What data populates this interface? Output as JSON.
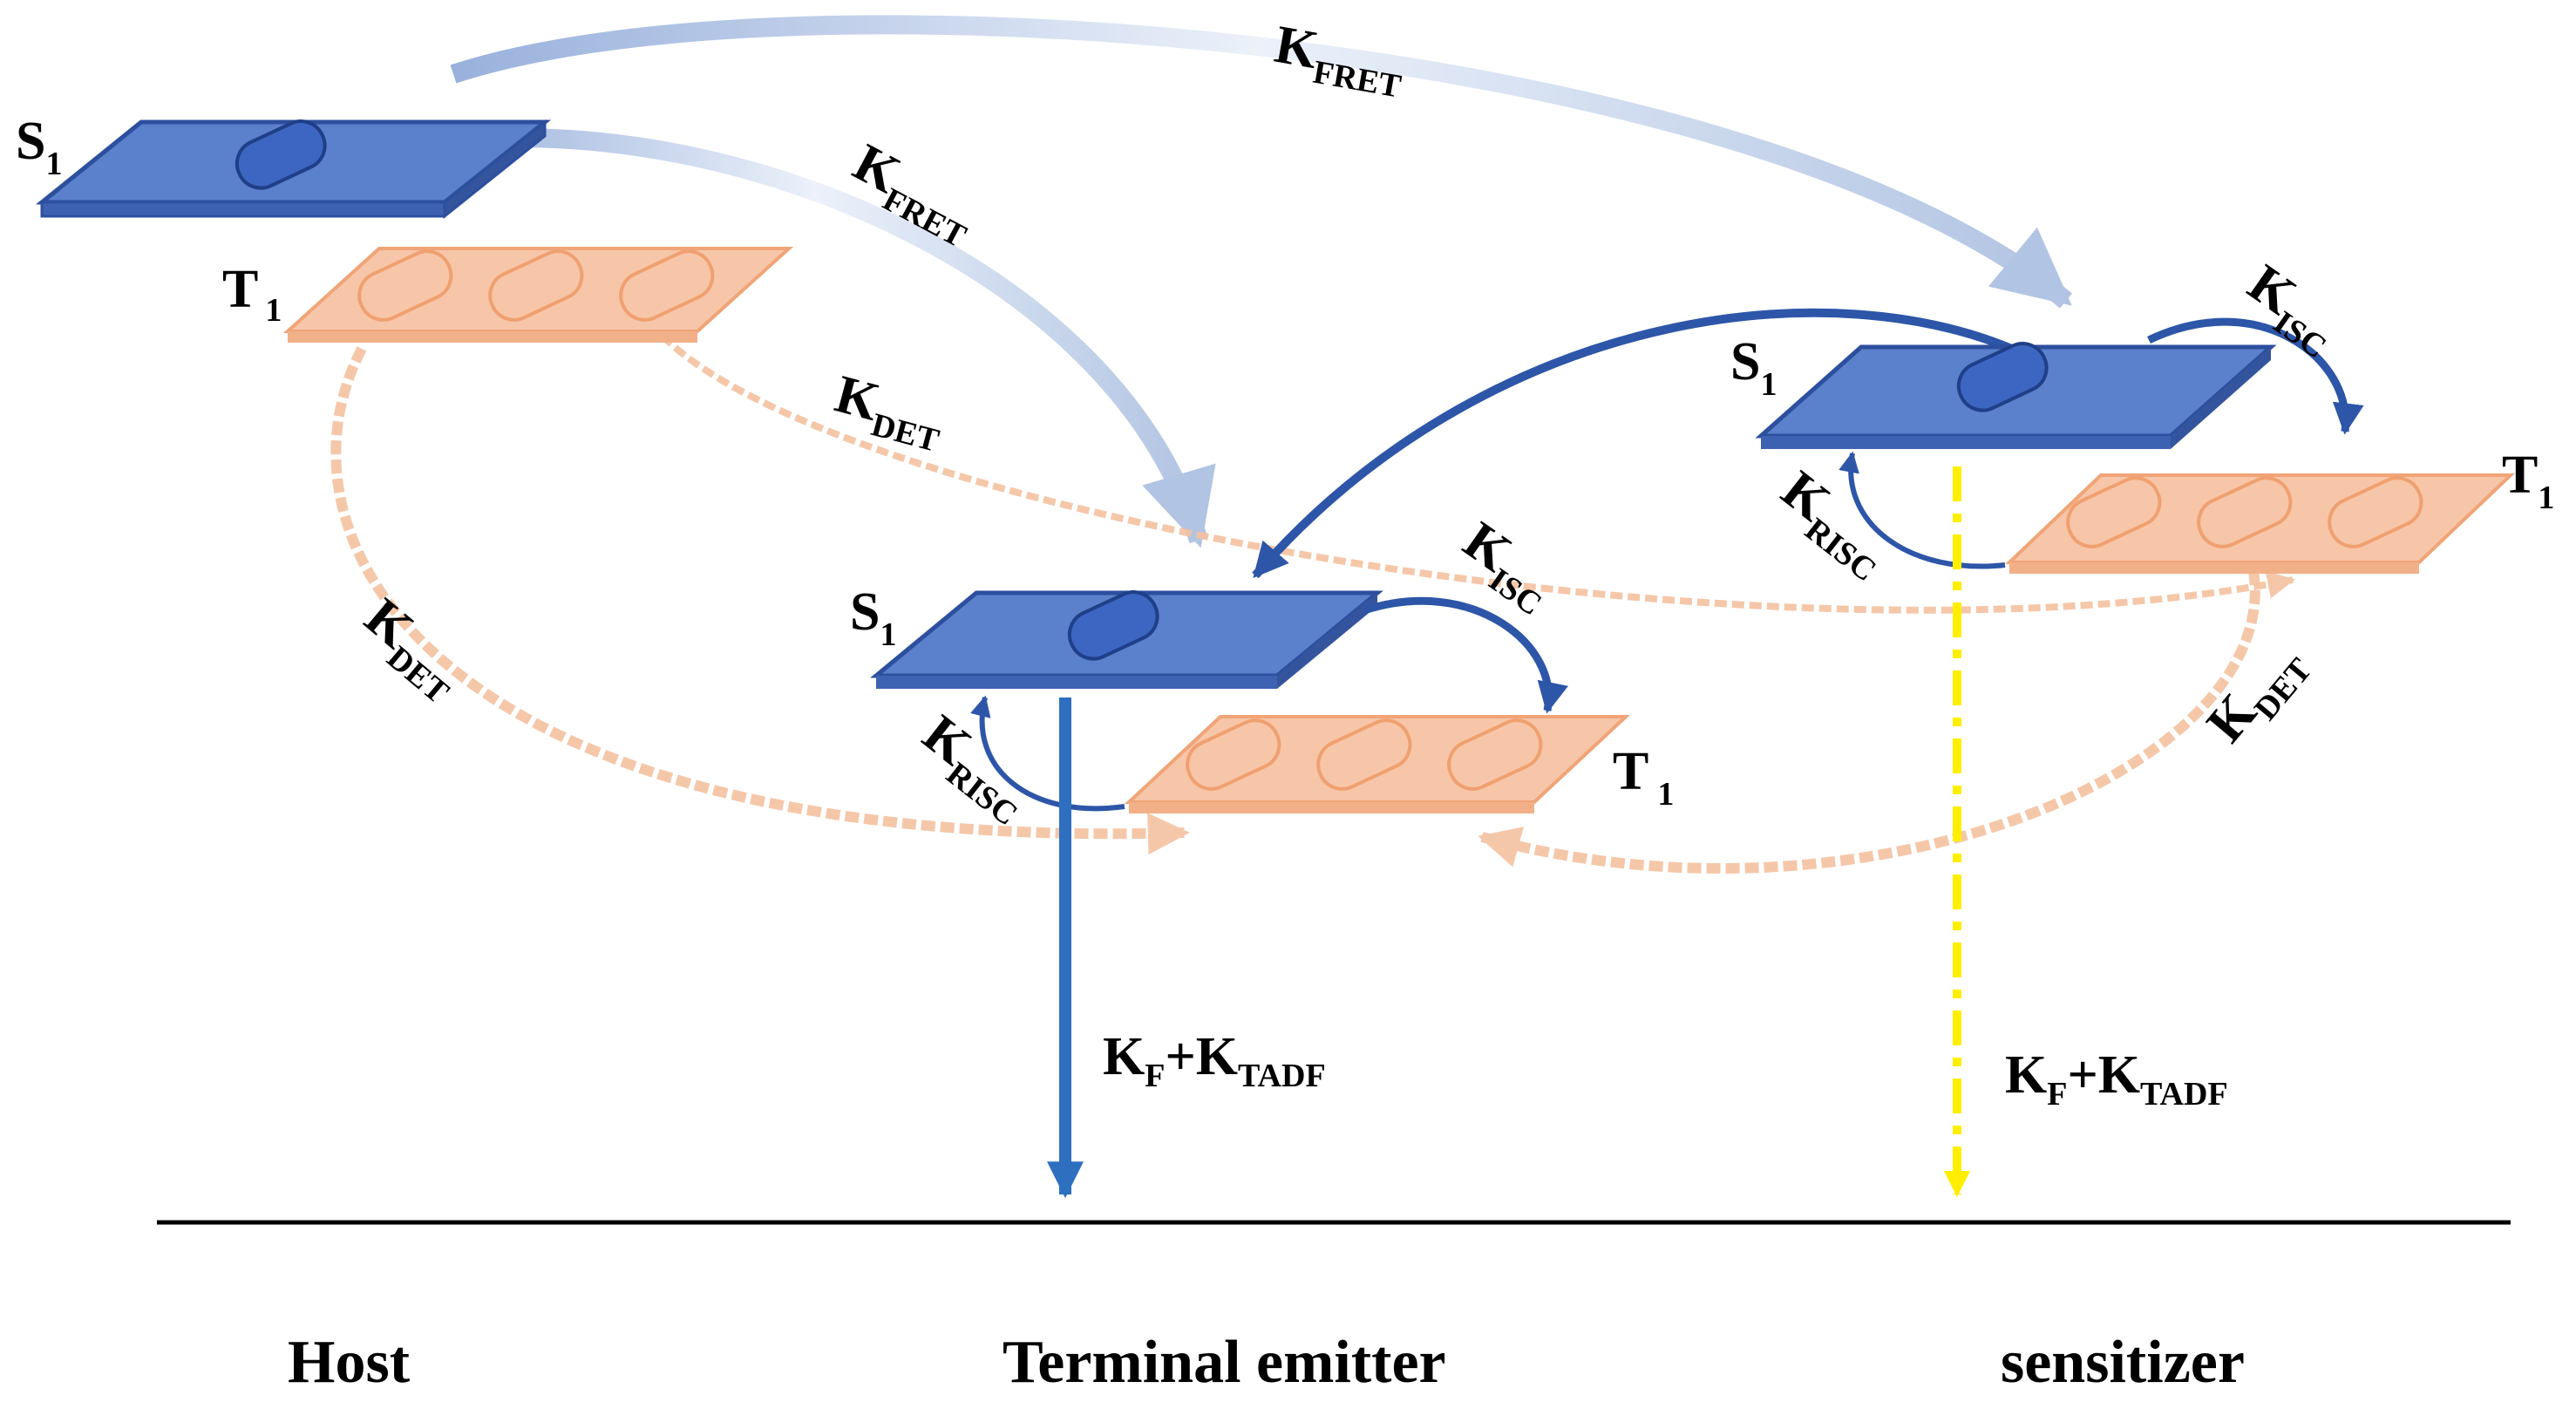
{
  "labels": {
    "host_s1": {
      "main": "S",
      "sub": "1"
    },
    "host_t1": {
      "main": "T",
      "sub": "1"
    },
    "te_s1": {
      "main": "S",
      "sub": "1"
    },
    "te_t1": {
      "main": "T",
      "sub": "1"
    },
    "sens_s1": {
      "main": "S",
      "sub": "1"
    },
    "sens_t1": {
      "main": "T",
      "sub": "1"
    }
  },
  "rates": {
    "kfret_top": {
      "main": "K",
      "sub": "FRET"
    },
    "kfret_mid": {
      "main": "K",
      "sub": "FRET"
    },
    "kdet_host_right": {
      "main": "K",
      "sub": "DET"
    },
    "kdet_host_left": {
      "main": "K",
      "sub": "DET"
    },
    "kdet_sensitizer": {
      "main": "K",
      "sub": "DET"
    },
    "kisc_te": {
      "main": "K",
      "sub": "ISC"
    },
    "krisc_te": {
      "main": "K",
      "sub": "RISC"
    },
    "kisc_sens": {
      "main": "K",
      "sub": "ISC"
    },
    "krisc_sens": {
      "main": "K",
      "sub": "RISC"
    },
    "emission_te": {
      "k1": "K",
      "s1": "F",
      "plus": "+",
      "k2": "K",
      "s2": "TADF"
    },
    "emission_sens": {
      "k1": "K",
      "s1": "F",
      "plus": "+",
      "k2": "K",
      "s2": "TADF"
    }
  },
  "columns": {
    "host": "Host",
    "terminal_emitter": "Terminal emitter",
    "sensitizer": "sensitizer"
  },
  "colors": {
    "singlet_plate": "#5b80cc",
    "singlet_edge": "#2c4f9e",
    "triplet_plate": "#f7c4a4",
    "triplet_edge": "#f0a070",
    "fret_arrow": "#a9bee0",
    "det_arrow": "#f5c2a0",
    "isc_arrow": "#2d56a8",
    "emission_te": "#2e6fc0",
    "emission_sens": "#ffee00"
  }
}
